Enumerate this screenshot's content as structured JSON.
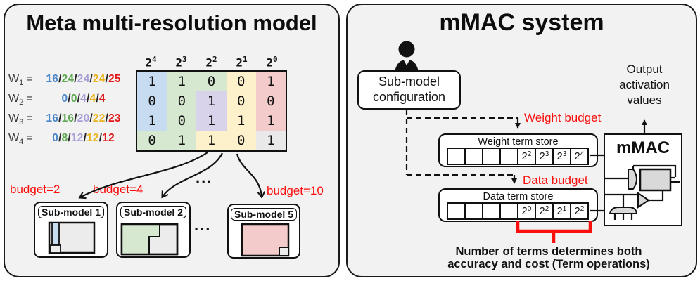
{
  "colors": {
    "panel-bg": "#f2f2f3",
    "accent-red": "#fa0f0c",
    "val-blue": "#4a86c8",
    "val-green": "#5fa853",
    "val-purple": "#a79fd6",
    "val-gold": "#e9b41c",
    "val-red": "#e01a1a",
    "cell-blue": "#c7dbf1",
    "cell-green": "#d7e8d1",
    "cell-purple": "#d8d2ea",
    "cell-yellow": "#fdf1cb",
    "cell-pink": "#f3cbcb",
    "cell-gray": "#e9e9e9",
    "shape-gray": "#d9d9d9"
  },
  "left": {
    "title": "Meta multi-resolution model",
    "slash": "/",
    "eq": "=",
    "weights": [
      {
        "name": "W",
        "sub": "1",
        "values": [
          "16",
          "24",
          "24",
          "24",
          "25"
        ]
      },
      {
        "name": "W",
        "sub": "2",
        "values": [
          "0",
          "0",
          "4",
          "4",
          "4"
        ]
      },
      {
        "name": "W",
        "sub": "3",
        "values": [
          "16",
          "16",
          "20",
          "22",
          "23"
        ]
      },
      {
        "name": "W",
        "sub": "4",
        "values": [
          "0",
          "8",
          "12",
          "12",
          "12"
        ]
      }
    ],
    "table": {
      "headers": [
        {
          "base": "2",
          "exp": "4"
        },
        {
          "base": "2",
          "exp": "3"
        },
        {
          "base": "2",
          "exp": "2"
        },
        {
          "base": "2",
          "exp": "1"
        },
        {
          "base": "2",
          "exp": "0"
        }
      ],
      "rows": [
        {
          "cells": [
            "1",
            "1",
            "0",
            "0",
            "1"
          ]
        },
        {
          "cells": [
            "0",
            "0",
            "1",
            "0",
            "0"
          ]
        },
        {
          "cells": [
            "1",
            "0",
            "1",
            "1",
            "1"
          ]
        },
        {
          "cells": [
            "0",
            "1",
            "1",
            "0",
            "1"
          ]
        }
      ]
    },
    "budgets": [
      "budget=2",
      "budget=4",
      "budget=10"
    ],
    "ellipsis": "...",
    "submodels": [
      "Sub-model 1",
      "Sub-model 2",
      "Sub-model 5"
    ]
  },
  "right": {
    "title": "mMAC system",
    "config_label": "Sub-model configuration",
    "weight_budget_label": "Weight budget",
    "data_budget_label": "Data budget",
    "weight_store": {
      "title": "Weight term store",
      "cells": [
        {
          "t": "",
          "e": ""
        },
        {
          "t": "",
          "e": ""
        },
        {
          "t": "",
          "e": ""
        },
        {
          "t": "",
          "e": ""
        },
        {
          "t": "2",
          "e": "2"
        },
        {
          "t": "2",
          "e": "3"
        },
        {
          "t": "2",
          "e": "3"
        },
        {
          "t": "2",
          "e": "4"
        }
      ]
    },
    "data_store": {
      "title": "Data term store",
      "cells": [
        {
          "t": "",
          "e": ""
        },
        {
          "t": "",
          "e": ""
        },
        {
          "t": "",
          "e": ""
        },
        {
          "t": "",
          "e": ""
        },
        {
          "t": "2",
          "e": "0"
        },
        {
          "t": "2",
          "e": "2"
        },
        {
          "t": "2",
          "e": "1"
        },
        {
          "t": "2",
          "e": "2"
        }
      ]
    },
    "mmac_label": "mMAC",
    "output_label": "Output activation values",
    "caption": [
      "Number of terms determines both",
      "accuracy and cost (Term operations)"
    ]
  }
}
